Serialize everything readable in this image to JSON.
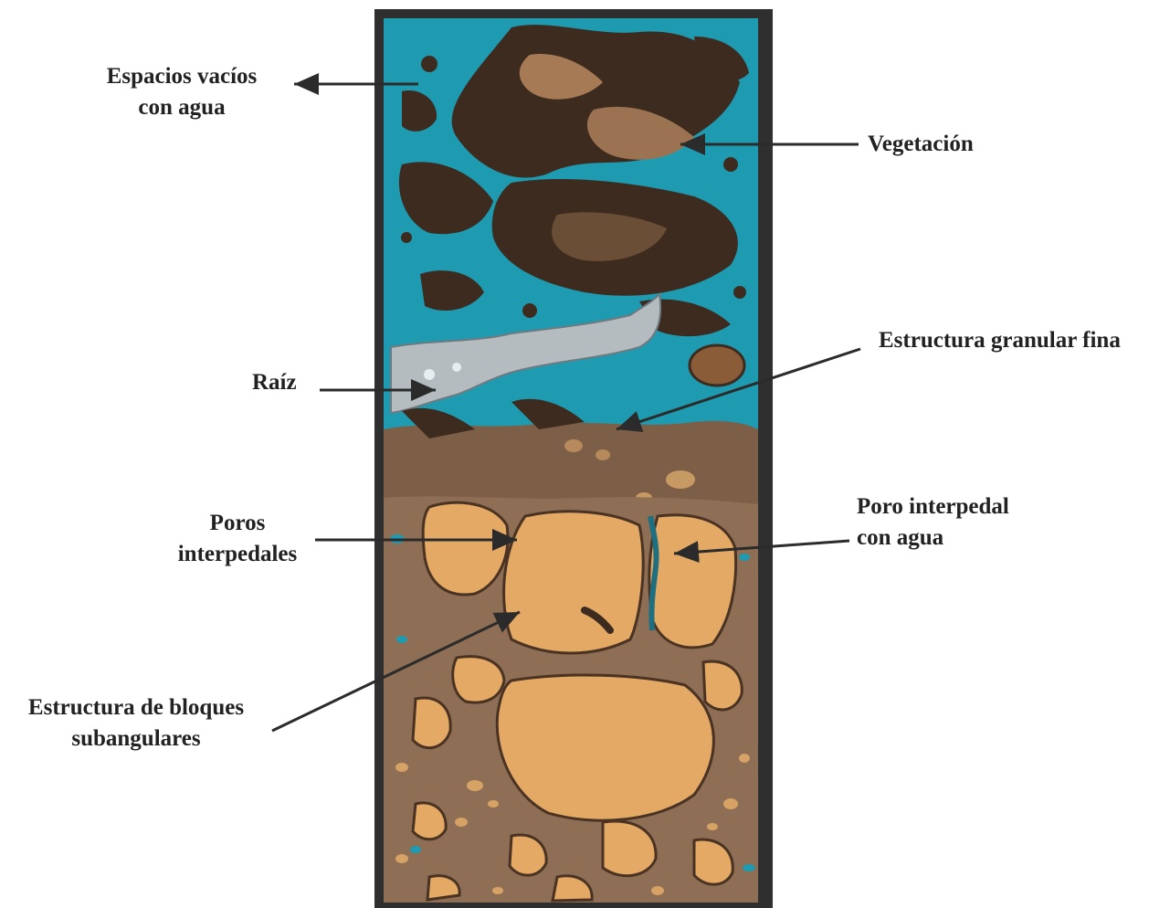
{
  "labels": {
    "espacios": {
      "line1": "Espacios  vacíos",
      "line2": "con agua"
    },
    "vegetacion": {
      "line1": "Vegetación"
    },
    "estructura_granular": {
      "line1": "Estructura granular fina"
    },
    "raiz": {
      "line1": "Raíz"
    },
    "poros_interpedales": {
      "line1": "Poros",
      "line2": "interpedales"
    },
    "poro_interpedal": {
      "line1": "Poro interpedal",
      "line2": "con agua"
    },
    "bloques": {
      "line1": "Estructura de bloques",
      "line2": "subangulares"
    }
  },
  "colors": {
    "water": "#1e9bb0",
    "dark_organic": "#3d2b1f",
    "organic": "#8a6a4c",
    "soil_matrix": "#8e6e55",
    "aggregate": "#e3a965",
    "root": "#b4bcc0",
    "frame": "#2f2f2f",
    "arrow": "#2b2b2b"
  }
}
